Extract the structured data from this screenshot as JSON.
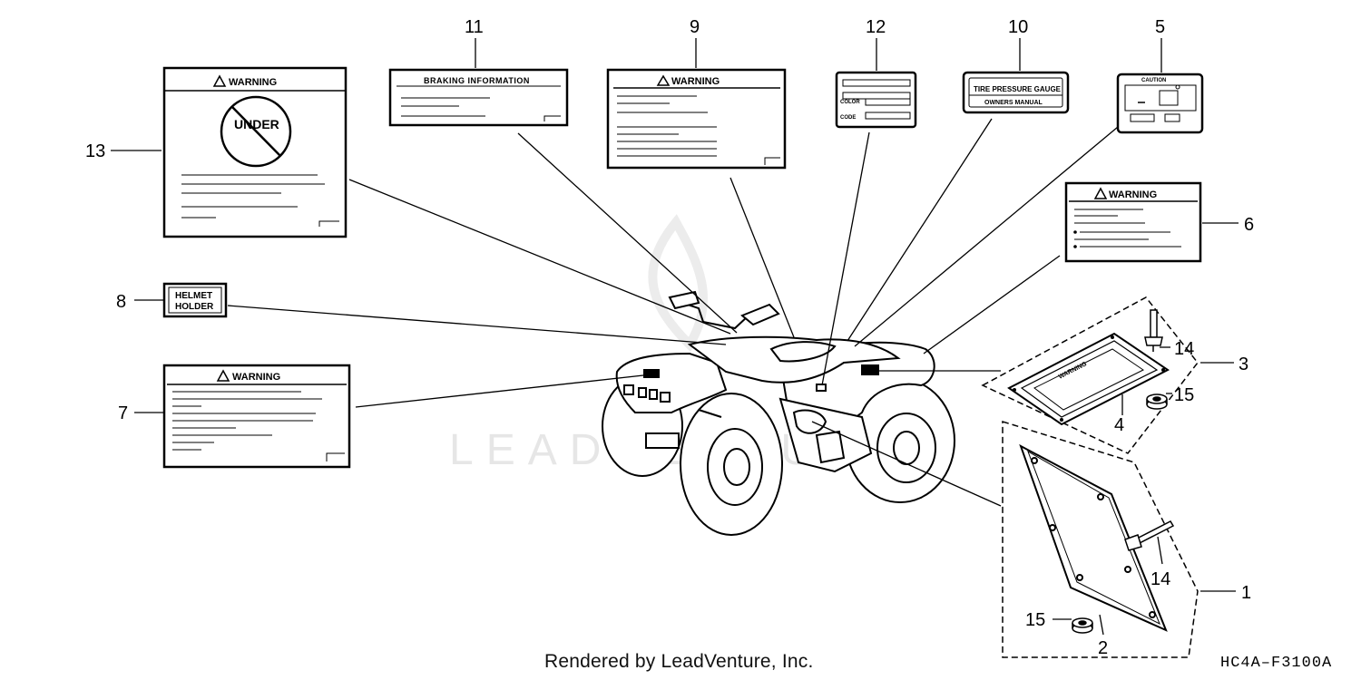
{
  "diagram": {
    "callouts": {
      "n1": "1",
      "n2": "2",
      "n3": "3",
      "n4": "4",
      "n5": "5",
      "n6": "6",
      "n7": "7",
      "n8": "8",
      "n9": "9",
      "n10": "10",
      "n11": "11",
      "n12": "12",
      "n13": "13",
      "n14a": "14",
      "n14b": "14",
      "n15a": "15",
      "n15b": "15"
    },
    "labels": {
      "warning": "WARNING",
      "under": "UNDER",
      "braking": "BRAKING INFORMATION",
      "color": "COLOR",
      "code": "CODE",
      "tire_gauge": "TIRE PRESSURE GAUGE",
      "owners_manual": "OWNERS MANUAL",
      "caution": "CAUTION",
      "helmet": "HELMET",
      "holder": "HOLDER"
    },
    "watermark": "LEADVENTURE",
    "footer": "Rendered by LeadVenture, Inc.",
    "diagram_code": "HC4A–F3100A"
  }
}
